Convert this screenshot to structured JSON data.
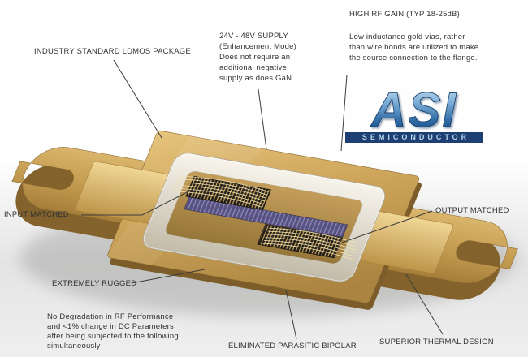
{
  "colors": {
    "text": "#333333",
    "logo_blue_light": "#7fb0d8",
    "logo_blue_dark": "#143e6e",
    "logo_bar": "#1e3f72",
    "package_gold": "#c8a255",
    "ceramic_white": "#f7f4ec"
  },
  "logo": {
    "name": "ASI",
    "tagline": "SEMICONDUCTOR"
  },
  "annotations": {
    "industry": "INDUSTRY STANDARD LDMOS PACKAGE",
    "supply": "24V - 48V  SUPPLY\n(Enhancement Mode)\nDoes not require an\nadditional negative\nsupply as does GaN.",
    "gain": "HIGH RF GAIN (TYP 18-25dB)",
    "vias": "Low inductance gold vias, rather\nthan wire bonds are utilized to make\nthe source connection to the flange.",
    "input": "INPUT MATCHED",
    "output": "OUTPUT MATCHED",
    "rugged": "EXTREMELY RUGGED",
    "rugged_detail": "No Degradation in RF Performance\nand <1% change in DC Parameters\nafter being subjected to the following\nsimultaneously",
    "bipolar": "ELIMINATED PARASITIC BIPOLAR",
    "thermal": "SUPERIOR THERMAL DESIGN"
  }
}
